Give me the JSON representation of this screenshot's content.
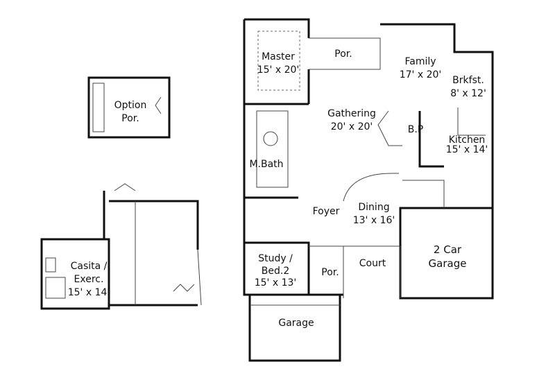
{
  "rooms": {
    "option_porch": {
      "name": "Option",
      "name2": "Por."
    },
    "casita": {
      "name": "Casita /",
      "name2": "Exerc.",
      "size": "15' x 14'"
    },
    "master": {
      "name": "Master",
      "size": "15' x 20'"
    },
    "rear_porch": {
      "name": "Por."
    },
    "family": {
      "name": "Family",
      "size": "17' x 20'"
    },
    "breakfast": {
      "name": "Brkfst.",
      "size": "8' x 12'"
    },
    "gathering": {
      "name": "Gathering",
      "size": "20' x 20'"
    },
    "butler_pantry": {
      "name": "B.P"
    },
    "kitchen": {
      "name": "Kitchen",
      "size": "15' x 14'"
    },
    "master_bath": {
      "name": "M.Bath"
    },
    "foyer": {
      "name": "Foyer"
    },
    "dining": {
      "name": "Dining",
      "size": "13' x 16'"
    },
    "two_car_garage": {
      "name": "2 Car",
      "name2": "Garage"
    },
    "study": {
      "name": "Study /",
      "name2": "Bed.2",
      "size": "15' x 13'"
    },
    "front_porch": {
      "name": "Por."
    },
    "court": {
      "name": "Court"
    },
    "garage": {
      "name": "Garage"
    }
  }
}
